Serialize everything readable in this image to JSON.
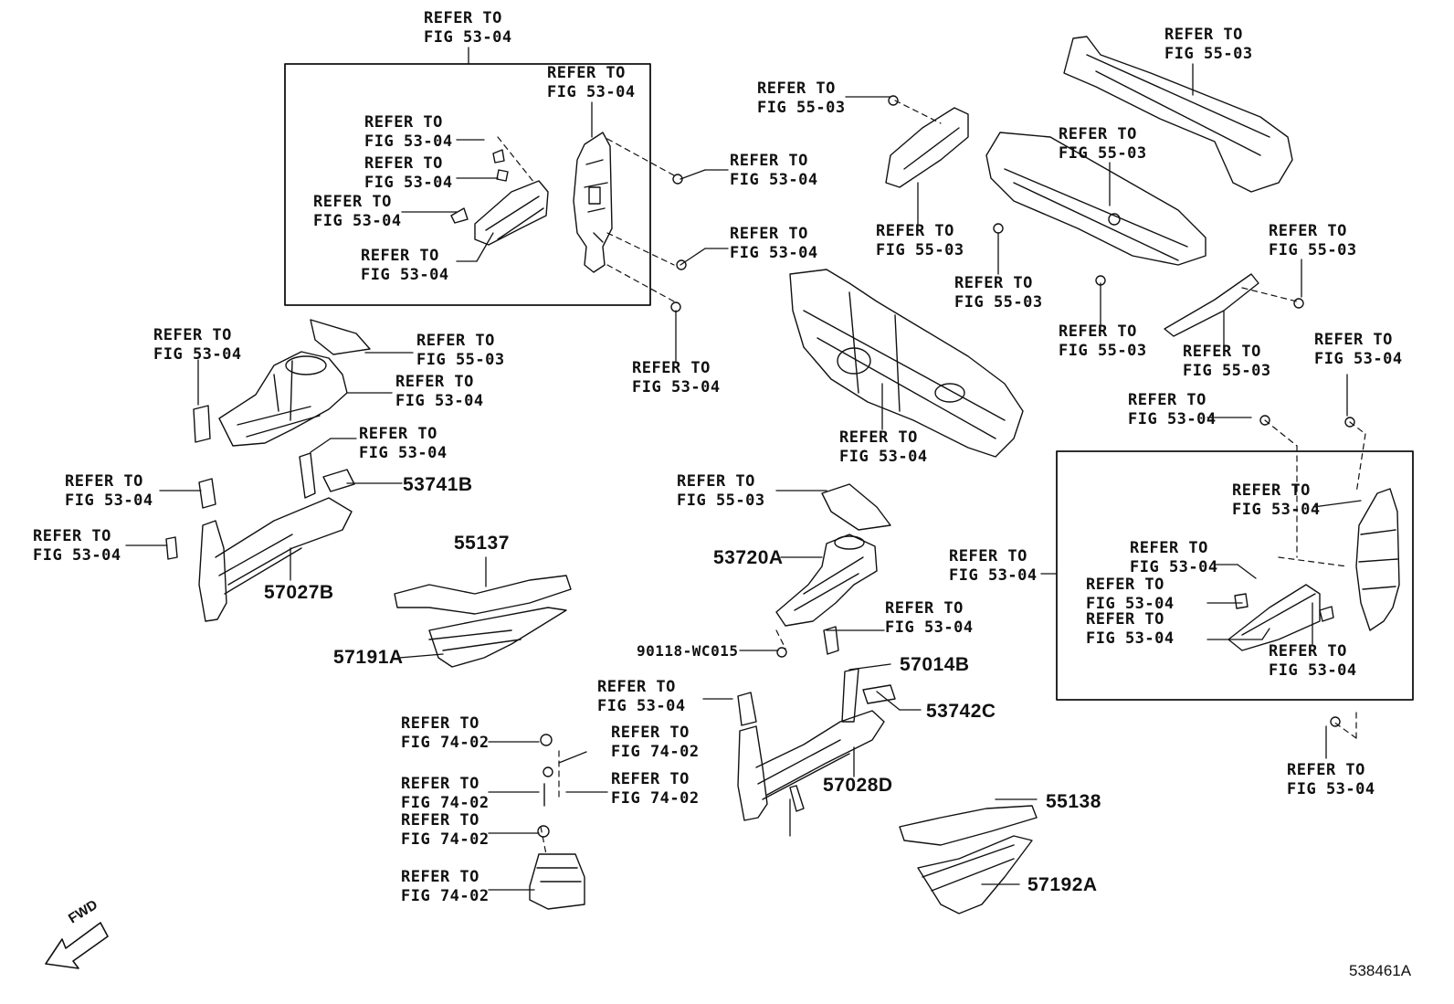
{
  "refer": {
    "r01": [
      "REFER TO",
      "FIG 53-04"
    ],
    "r02": [
      "REFER TO",
      "FIG 53-04"
    ],
    "r03": [
      "REFER TO",
      "FIG 53-04"
    ],
    "r04": [
      "REFER TO",
      "FIG 53-04"
    ],
    "r05": [
      "REFER TO",
      "FIG 53-04"
    ],
    "r06": [
      "REFER TO",
      "FIG 53-04"
    ],
    "r07": [
      "REFER TO",
      "FIG 53-04"
    ],
    "r08": [
      "REFER TO",
      "FIG 53-04"
    ],
    "r09": [
      "REFER TO",
      "FIG 53-04"
    ],
    "r10": [
      "REFER TO",
      "FIG 55-03"
    ],
    "r11": [
      "REFER TO",
      "FIG 53-04"
    ],
    "r12": [
      "REFER TO",
      "FIG 53-04"
    ],
    "r13": [
      "REFER TO",
      "FIG 53-04"
    ],
    "r14": [
      "REFER TO",
      "FIG 53-04"
    ],
    "r15": [
      "REFER TO",
      "FIG 53-04"
    ],
    "r16": [
      "REFER TO",
      "FIG 55-03"
    ],
    "r17": [
      "REFER TO",
      "FIG 55-03"
    ],
    "r18": [
      "REFER TO",
      "FIG 55-03"
    ],
    "r19": [
      "REFER TO",
      "FIG 55-03"
    ],
    "r20": [
      "REFER TO",
      "FIG 55-03"
    ],
    "r21": [
      "REFER TO",
      "FIG 55-03"
    ],
    "r22": [
      "REFER TO",
      "FIG 55-03"
    ],
    "r23": [
      "REFER TO",
      "FIG 55-03"
    ],
    "r24": [
      "REFER TO",
      "FIG 53-04"
    ],
    "r25": [
      "REFER TO",
      "FIG 53-04"
    ],
    "r26": [
      "REFER TO",
      "FIG 53-04"
    ],
    "r27": [
      "REFER TO",
      "FIG 53-04"
    ],
    "r28": [
      "REFER TO",
      "FIG 53-04"
    ],
    "r29": [
      "REFER TO",
      "FIG 53-04"
    ],
    "r30": [
      "REFER TO",
      "FIG 53-04"
    ],
    "r31": [
      "REFER TO",
      "FIG 53-04"
    ],
    "r32": [
      "REFER TO",
      "FIG 53-04"
    ],
    "r33": [
      "REFER TO",
      "FIG 55-03"
    ],
    "r34": [
      "REFER TO",
      "FIG 53-04"
    ],
    "r35": [
      "REFER TO",
      "FIG 53-04"
    ],
    "r36": [
      "REFER TO",
      "FIG 74-02"
    ],
    "r37": [
      "REFER TO",
      "FIG 74-02"
    ],
    "r38": [
      "REFER TO",
      "FIG 74-02"
    ],
    "r39": [
      "REFER TO",
      "FIG 74-02"
    ],
    "r40": [
      "REFER TO",
      "FIG 74-02"
    ],
    "r41": [
      "REFER TO",
      "FIG 74-02"
    ],
    "r42": [
      "REFER TO",
      "FIG 53-04"
    ]
  },
  "parts": {
    "p53741B": "53741B",
    "p57027B": "57027B",
    "p55137": "55137",
    "p57191A": "57191A",
    "p53720A": "53720A",
    "p90118": "90118-WC015",
    "p57014B": "57014B",
    "p53742C": "53742C",
    "p57028D": "57028D",
    "p55138": "55138",
    "p57192A": "57192A"
  },
  "illustration_id": "538461A",
  "fwd_label": "FWD",
  "colors": {
    "line": "#111111",
    "background": "#ffffff"
  }
}
